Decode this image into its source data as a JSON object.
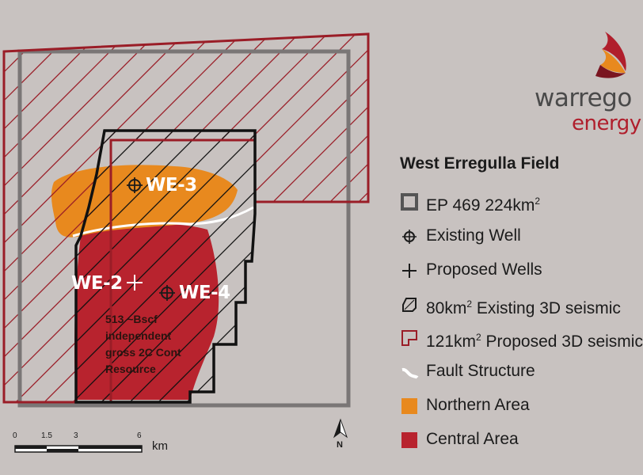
{
  "map": {
    "wells": [
      {
        "name": "WE-3",
        "status": "existing"
      },
      {
        "name": "WE-2",
        "status": "proposed"
      },
      {
        "name": "WE-4",
        "status": "existing"
      }
    ],
    "resource_note": [
      "513 ~Bscf",
      "independent",
      "gross 2C Cont",
      "Resource"
    ],
    "colors": {
      "northern_area": "#e8891e",
      "central_area": "#b8232e",
      "ep_permit": "#7a7676",
      "proposed_seismic": "#9a1d27",
      "existing_seismic": "#111111"
    }
  },
  "logo": {
    "word1": "warrego",
    "word2": "energy"
  },
  "legend": {
    "title": "West Erregulla Field",
    "items": [
      {
        "icon": "grey-square-icon",
        "text": "EP 469 224km",
        "sup": "2",
        "after": ""
      },
      {
        "icon": "existing-well-icon",
        "text": "Existing Well",
        "sup": "",
        "after": ""
      },
      {
        "icon": "proposed-well-icon",
        "text": "Proposed Wells",
        "sup": "",
        "after": ""
      },
      {
        "icon": "existing-seismic-icon",
        "text": "80km",
        "sup": "2",
        "after": " Existing 3D seismic"
      },
      {
        "icon": "proposed-seismic-icon",
        "text": "121km",
        "sup": "2",
        "after": " Proposed 3D seismic"
      },
      {
        "icon": "fault-structure-icon",
        "text": "Fault Structure",
        "sup": "",
        "after": ""
      },
      {
        "icon": "orange-swatch-icon",
        "text": "Northern Area",
        "sup": "",
        "after": ""
      },
      {
        "icon": "red-swatch-icon",
        "text": "Central Area",
        "sup": "",
        "after": ""
      }
    ]
  },
  "scale": {
    "ticks": [
      "0",
      "1.5",
      "3",
      "6"
    ],
    "unit": "km"
  },
  "north": {
    "label": "N"
  }
}
